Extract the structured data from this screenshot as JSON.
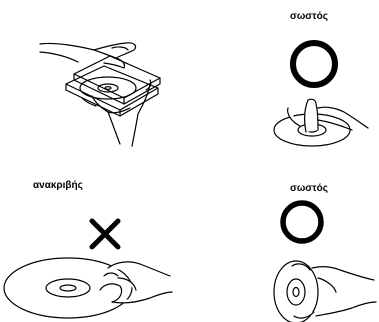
{
  "panels": {
    "top_right_label": "σωστός",
    "bottom_left_label": "ανακριβής",
    "bottom_right_label": "σωστός"
  },
  "icons": {
    "correct_mark": "circle-icon",
    "incorrect_mark": "cross-icon",
    "disc": "disc-icon",
    "hand": "hand-icon",
    "case": "disc-case-icon"
  }
}
